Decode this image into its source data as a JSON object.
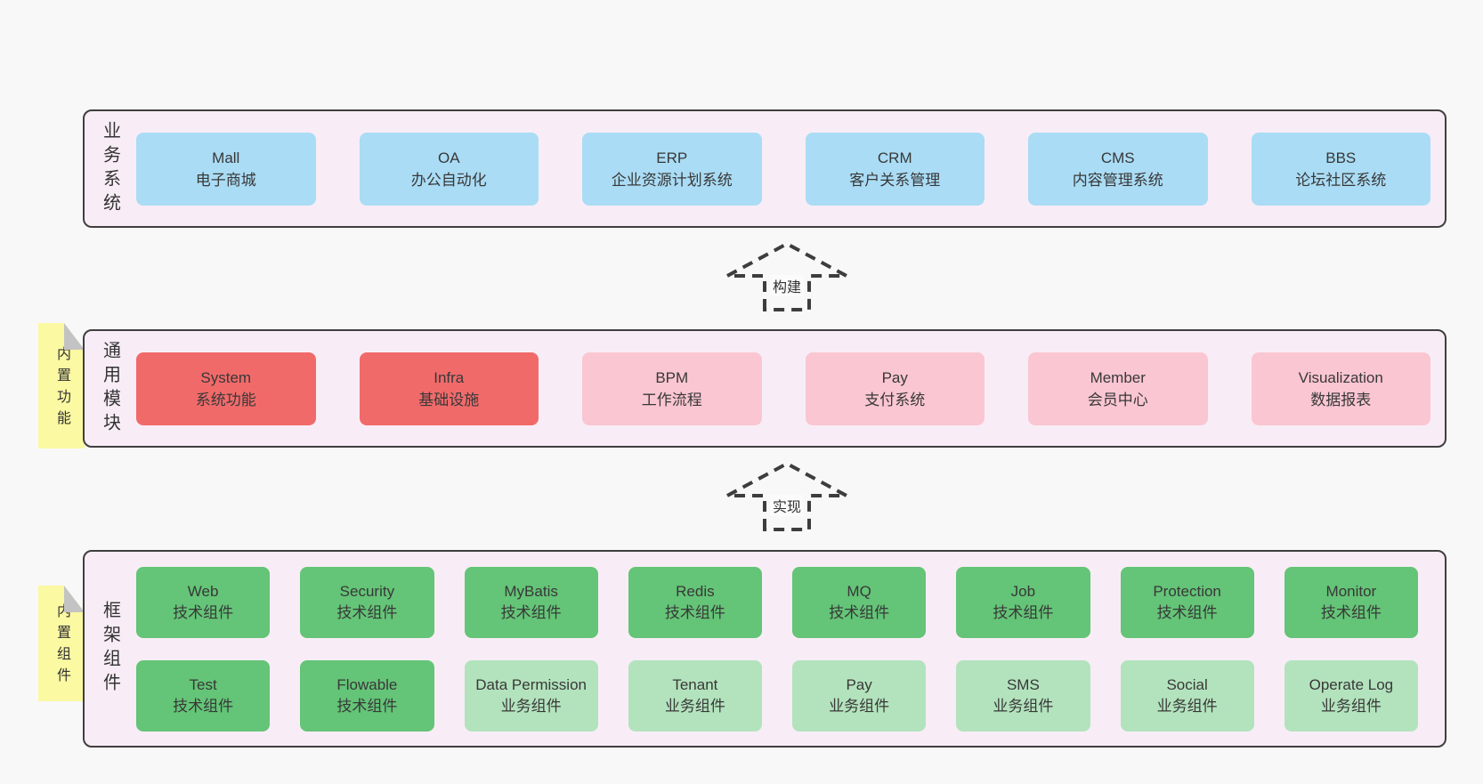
{
  "colors": {
    "page_bg": "#f8f8f8",
    "band_bg": "#f8edf6",
    "band_border": "#3f3f3f",
    "blue": "#aadcf5",
    "red": "#f16a6a",
    "pink": "#fac6d2",
    "green": "#64c477",
    "green_light": "#b3e3bd",
    "yellow": "#fbf9a2",
    "fold_gray": "#c3c3c3",
    "arrow": "#3d3d3d"
  },
  "bands": [
    {
      "side_label": "业务系统",
      "boxes": [
        {
          "name": "Mall",
          "desc": "电子商城",
          "color": "blue"
        },
        {
          "name": "OA",
          "desc": "办公自动化",
          "color": "blue"
        },
        {
          "name": "ERP",
          "desc": "企业资源计划系统",
          "color": "blue"
        },
        {
          "name": "CRM",
          "desc": "客户关系管理",
          "color": "blue"
        },
        {
          "name": "CMS",
          "desc": "内容管理系统",
          "color": "blue"
        },
        {
          "name": "BBS",
          "desc": "论坛社区系统",
          "color": "blue"
        }
      ]
    },
    {
      "side_label": "通用模块",
      "sticky_note": "内置功能",
      "boxes": [
        {
          "name": "System",
          "desc": "系统功能",
          "color": "red"
        },
        {
          "name": "Infra",
          "desc": "基础设施",
          "color": "red"
        },
        {
          "name": "BPM",
          "desc": "工作流程",
          "color": "pink"
        },
        {
          "name": "Pay",
          "desc": "支付系统",
          "color": "pink"
        },
        {
          "name": "Member",
          "desc": "会员中心",
          "color": "pink"
        },
        {
          "name": "Visualization",
          "desc": "数据报表",
          "color": "pink"
        }
      ]
    },
    {
      "side_label": "框架组件",
      "sticky_note": "内置组件",
      "rows": [
        [
          {
            "name": "Web",
            "desc": "技术组件",
            "color": "green"
          },
          {
            "name": "Security",
            "desc": "技术组件",
            "color": "green"
          },
          {
            "name": "MyBatis",
            "desc": "技术组件",
            "color": "green"
          },
          {
            "name": "Redis",
            "desc": "技术组件",
            "color": "green"
          },
          {
            "name": "MQ",
            "desc": "技术组件",
            "color": "green"
          },
          {
            "name": "Job",
            "desc": "技术组件",
            "color": "green"
          },
          {
            "name": "Protection",
            "desc": "技术组件",
            "color": "green"
          },
          {
            "name": "Monitor",
            "desc": "技术组件",
            "color": "green"
          }
        ],
        [
          {
            "name": "Test",
            "desc": "技术组件",
            "color": "green"
          },
          {
            "name": "Flowable",
            "desc": "技术组件",
            "color": "green"
          },
          {
            "name": "Data Permission",
            "desc": "业务组件",
            "color": "green_light"
          },
          {
            "name": "Tenant",
            "desc": "业务组件",
            "color": "green_light"
          },
          {
            "name": "Pay",
            "desc": "业务组件",
            "color": "green_light"
          },
          {
            "name": "SMS",
            "desc": "业务组件",
            "color": "green_light"
          },
          {
            "name": "Social",
            "desc": "业务组件",
            "color": "green_light"
          },
          {
            "name": "Operate Log",
            "desc": "业务组件",
            "color": "green_light"
          }
        ]
      ]
    }
  ],
  "arrows": [
    {
      "label": "构建"
    },
    {
      "label": "实现"
    }
  ]
}
